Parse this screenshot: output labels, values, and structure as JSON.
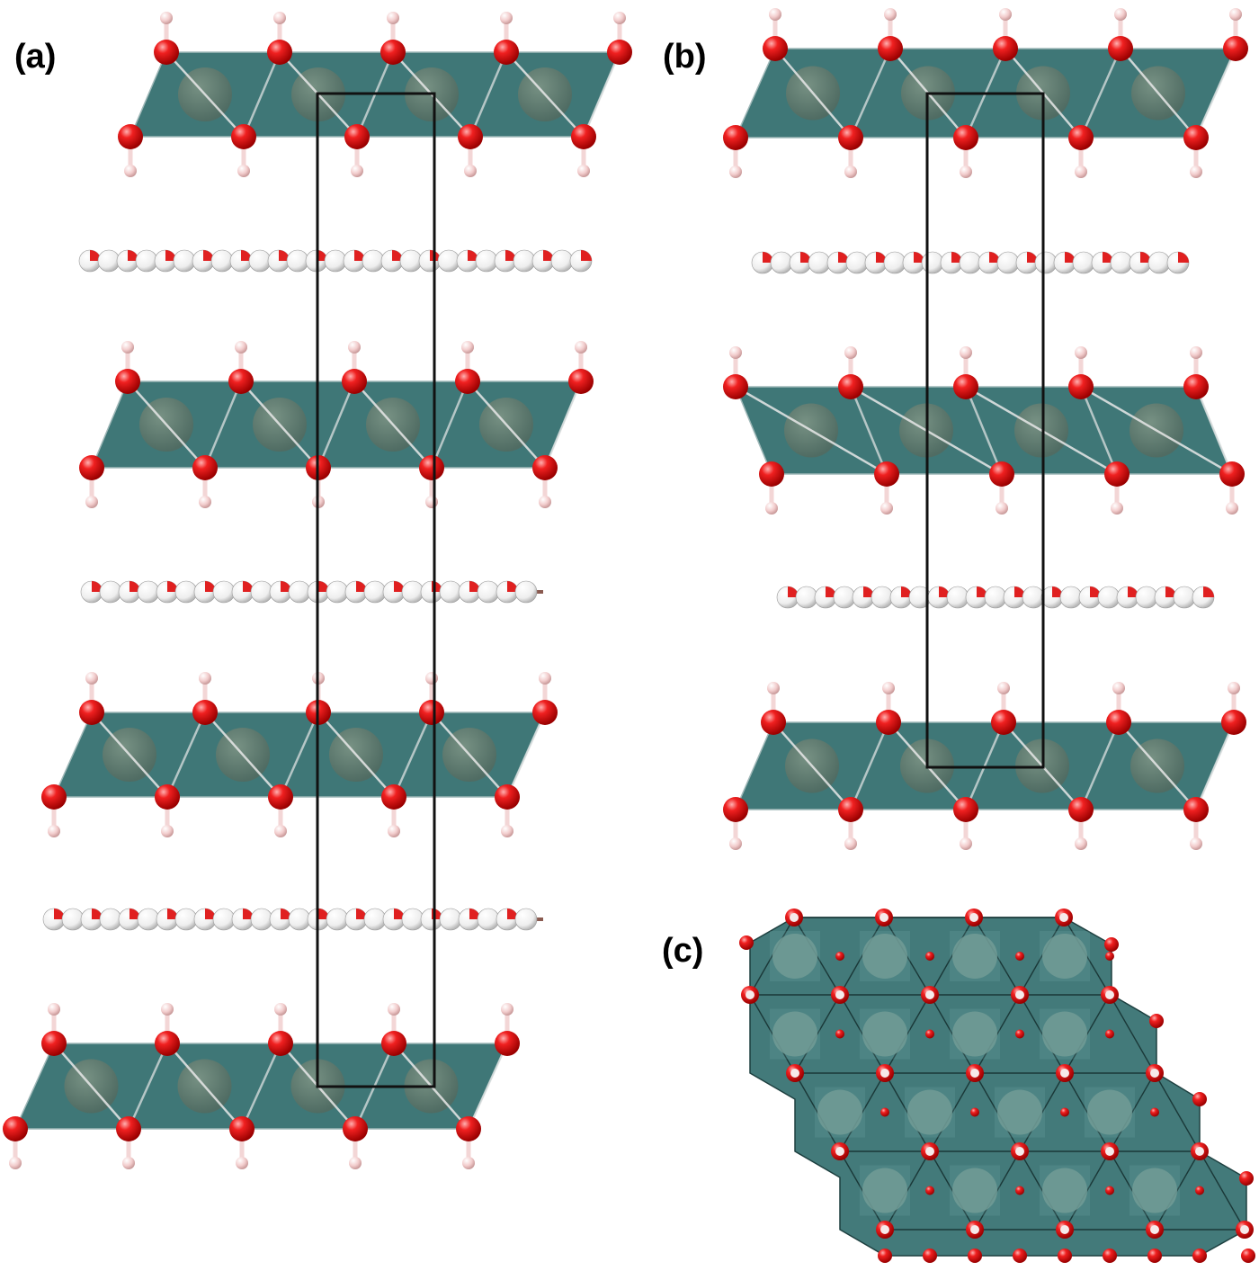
{
  "labels": {
    "a": "(a)",
    "b": "(b)",
    "c": "(c)"
  },
  "colors": {
    "octahedron": "#2f6b6b",
    "octahedron_light": "#4a8c8c",
    "metal_center": "#5f7468",
    "oxygen": "#e01010",
    "hydrogen": "#f4d2d2",
    "bond_metal_oxygen": "#8a5a50",
    "interlayer_white": "#f6f6f6",
    "unit_cell_outline": "#111111"
  },
  "icons": {
    "oxygen_atom": "red-sphere",
    "hydrogen_atom": "pink-sphere",
    "metal_atom": "grey-green-sphere"
  }
}
